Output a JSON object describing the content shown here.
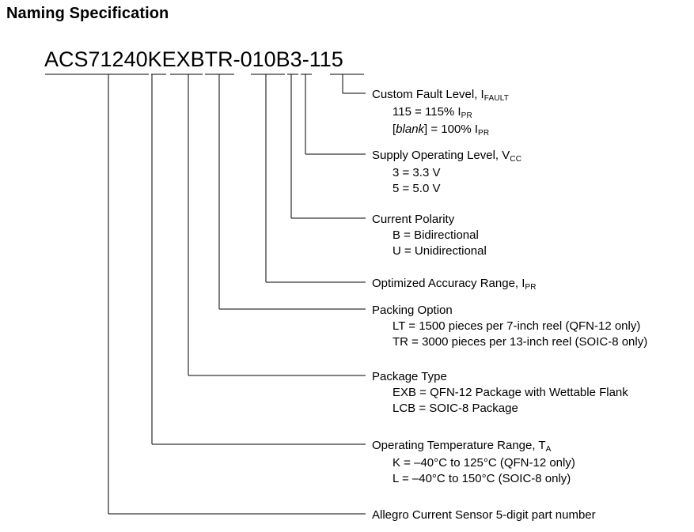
{
  "page": {
    "title": "Naming Specification",
    "part_number": {
      "full": "ACS71240KEXBTR-010B3-115",
      "segments": [
        {
          "text": "ACS71240",
          "meaning": "Allegro Current Sensor 5-digit part number"
        },
        {
          "text": "K",
          "meaning": "Operating Temperature Range"
        },
        {
          "text": "EXB",
          "meaning": "Package Type"
        },
        {
          "text": "TR",
          "meaning": "Packing Option"
        },
        {
          "text": "010",
          "meaning": "Optimized Accuracy Range"
        },
        {
          "text": "B",
          "meaning": "Current Polarity"
        },
        {
          "text": "3",
          "meaning": "Supply Operating Level"
        },
        {
          "text": "115",
          "meaning": "Custom Fault Level"
        }
      ],
      "display_prefix": "ACS71240KEXBTR",
      "dash1": "-",
      "display_mid": "010B3",
      "dash2": "-",
      "display_suffix": "115"
    }
  },
  "annotations": [
    {
      "id": "custom-fault-level",
      "heading_text": "Custom Fault Level, I",
      "heading_sub": "FAULT",
      "options": [
        {
          "pre": "115 = 115% I",
          "sub": "PR",
          "post": ""
        },
        {
          "pre": "[",
          "italic": "blank",
          "mid": "] = 100% I",
          "sub": "PR",
          "post": ""
        }
      ]
    },
    {
      "id": "supply-operating-level",
      "heading_text": "Supply Operating Level, V",
      "heading_sub": "CC",
      "options": [
        {
          "pre": "3 = 3.3 V"
        },
        {
          "pre": "5 = 5.0 V"
        }
      ]
    },
    {
      "id": "current-polarity",
      "heading_text": "Current Polarity",
      "heading_sub": "",
      "options": [
        {
          "pre": "B = Bidirectional"
        },
        {
          "pre": "U = Unidirectional"
        }
      ]
    },
    {
      "id": "optimized-accuracy-range",
      "heading_text": "Optimized Accuracy Range, I",
      "heading_sub": "PR",
      "options": []
    },
    {
      "id": "packing-option",
      "heading_text": "Packing Option",
      "heading_sub": "",
      "options": [
        {
          "pre": "LT = 1500 pieces per 7-inch reel (QFN-12 only)"
        },
        {
          "pre": "TR = 3000 pieces per 13-inch reel (SOIC-8 only)"
        }
      ]
    },
    {
      "id": "package-type",
      "heading_text": "Package Type",
      "heading_sub": "",
      "options": [
        {
          "pre": "EXB = QFN-12 Package with Wettable Flank"
        },
        {
          "pre": "LCB = SOIC-8 Package"
        }
      ]
    },
    {
      "id": "operating-temperature-range",
      "heading_text": "Operating Temperature Range, T",
      "heading_sub": "A",
      "options": [
        {
          "pre": "K = –40°C to 125°C (QFN-12 only)"
        },
        {
          "pre": "L = –40°C to 150°C (SOIC-8 only)"
        }
      ]
    },
    {
      "id": "base-part-number",
      "heading_text": "Allegro Current Sensor 5-digit part number",
      "heading_sub": "",
      "options": []
    }
  ],
  "style": {
    "line_color": "#000000",
    "text_color": "#000000",
    "background": "#ffffff"
  }
}
